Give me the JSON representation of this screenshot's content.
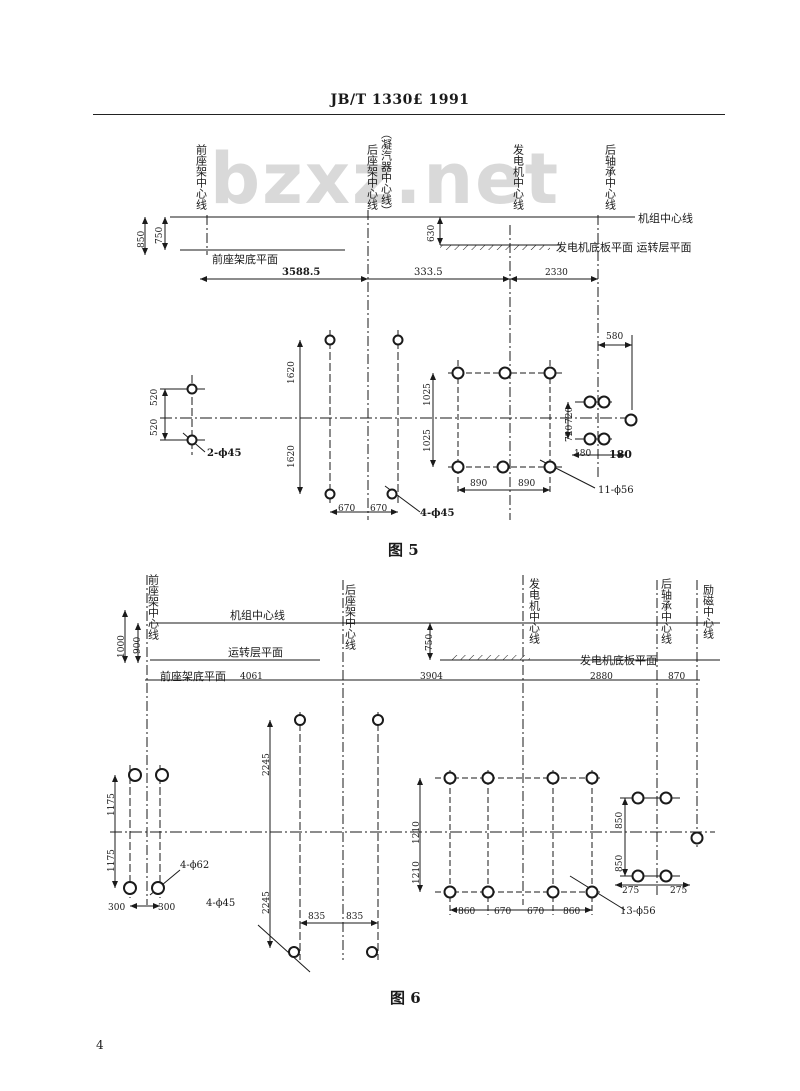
{
  "header": {
    "standard": "JB/T 1330£ 1991"
  },
  "watermark": "bzxz.net",
  "page_number": "4",
  "fig5": {
    "caption": "图   5",
    "vlabels": {
      "front_frame": "前座架中心线",
      "condenser": "（凝汽器中心线）",
      "rear_frame": "后座架中心线",
      "generator": "发电机中心线",
      "rear_bearing": "后轴承中心线"
    },
    "labels": {
      "unit_center": "机组中心线",
      "front_bottom": "前座架底平面",
      "gen_base": "发电机底板平面 运转层平面"
    },
    "dims": {
      "d850": "850",
      "d750": "750",
      "d630": "630",
      "d3588": "3588.5",
      "d333": "333.5",
      "d2330": "2330",
      "d520a": "520",
      "d520b": "520",
      "d1620a": "1620",
      "d1620b": "1620",
      "d670a": "670",
      "d670b": "670",
      "d1025a": "1025",
      "d1025b": "1025",
      "d890a": "890",
      "d890b": "890",
      "d580": "580",
      "d720a": "720",
      "d720b": "720",
      "d180a": "180",
      "d180b": "180"
    },
    "holes": {
      "h2": "2-ϕ45",
      "h4": "4-ϕ45",
      "h11": "11-ϕ56"
    }
  },
  "fig6": {
    "caption": "图   6",
    "vlabels": {
      "front_frame": "前座架中心线",
      "rear_frame": "后座架中心线",
      "generator": "发电机中心线",
      "rear_bearing": "后轴承中心线",
      "exciter": "励磁中心线"
    },
    "labels": {
      "unit_center": "机组中心线",
      "operating": "运转层平面",
      "front_bottom": "前座架底平面",
      "gen_base": "发电机底板平面"
    },
    "dims": {
      "d1000": "1000",
      "d900": "900",
      "d750": "750",
      "d4061": "4061",
      "d3904": "3904",
      "d2880": "2880",
      "d870": "870",
      "d1175a": "1175",
      "d1175b": "1175",
      "d300a": "300",
      "d300b": "300",
      "d2245a": "2245",
      "d2245b": "2245",
      "d835a": "835",
      "d835b": "835",
      "d1210a": "1210",
      "d1210b": "1210",
      "d860a": "860",
      "d670a": "670",
      "d670b": "670",
      "d860b": "860",
      "d850a": "850",
      "d850b": "850",
      "d275a": "275",
      "d275b": "275"
    },
    "holes": {
      "h4a": "4-ϕ62",
      "h4b": "4-ϕ45",
      "h13": "13-ϕ56"
    }
  }
}
